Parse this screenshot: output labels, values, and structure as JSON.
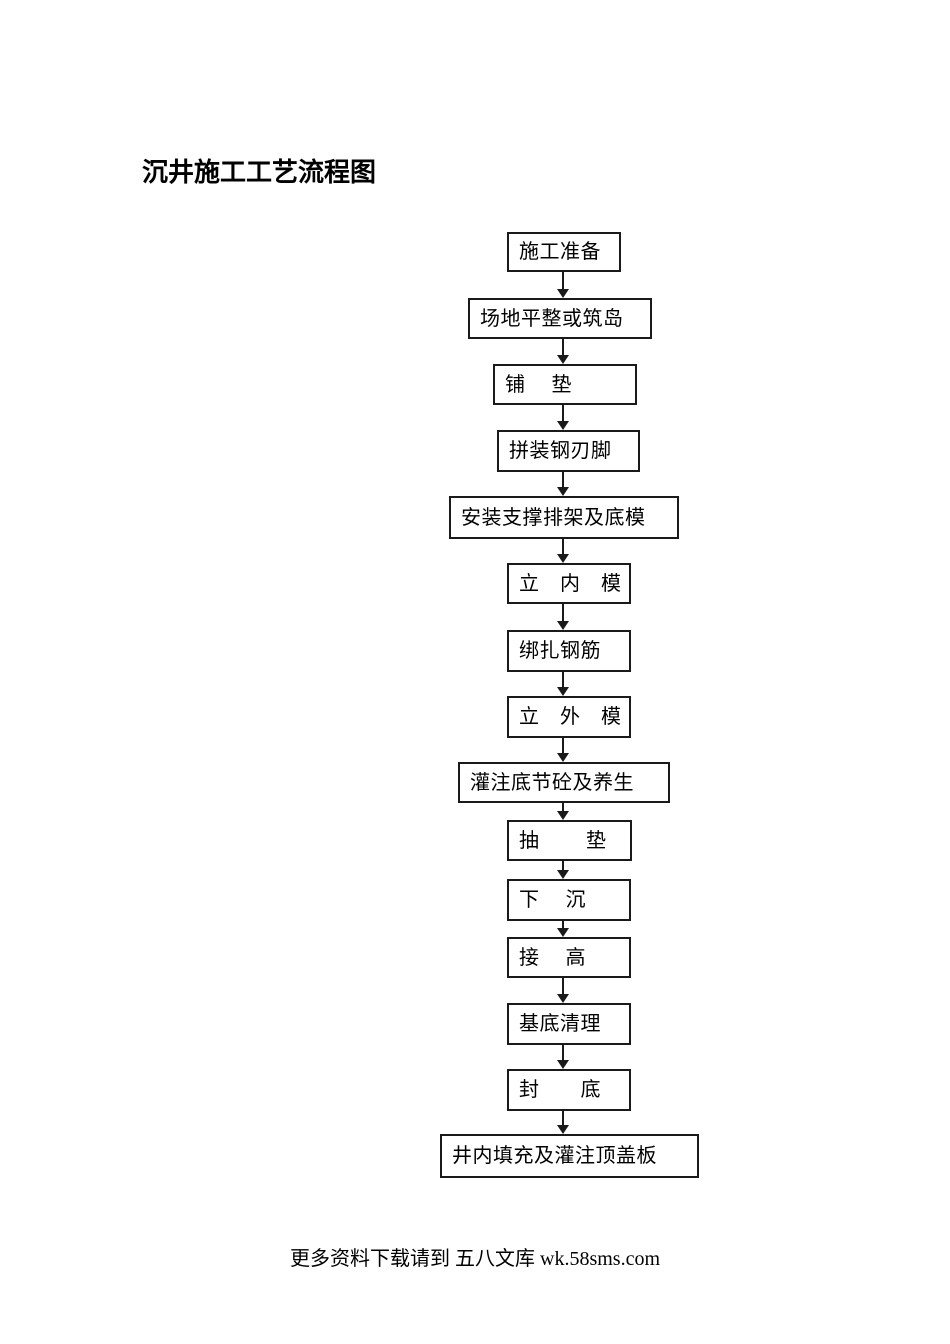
{
  "document": {
    "title": "沉井施工工艺流程图",
    "footer": "更多资料下载请到 五八文库 wk.58sms.com"
  },
  "flow": {
    "direction": "top-to-bottom",
    "connector": "solid-down-arrow",
    "steps": [
      {
        "label": "施工准备"
      },
      {
        "label": "场地平整或筑岛"
      },
      {
        "label": "铺　 垫"
      },
      {
        "label": "拼装钢刃脚"
      },
      {
        "label": "安装支撑排架及底模"
      },
      {
        "label": "立　内　模"
      },
      {
        "label": "绑扎钢筋"
      },
      {
        "label": "立　外　模"
      },
      {
        "label": "灌注底节砼及养生"
      },
      {
        "label": "抽　　 垫"
      },
      {
        "label": "下　 沉"
      },
      {
        "label": "接　 高"
      },
      {
        "label": "基底清理"
      },
      {
        "label": "封　　底"
      },
      {
        "label": "井内填充及灌注顶盖板"
      }
    ]
  },
  "colors": {
    "ink": "#1a1a1a",
    "page_background": "#ffffff",
    "text": "#000000"
  }
}
